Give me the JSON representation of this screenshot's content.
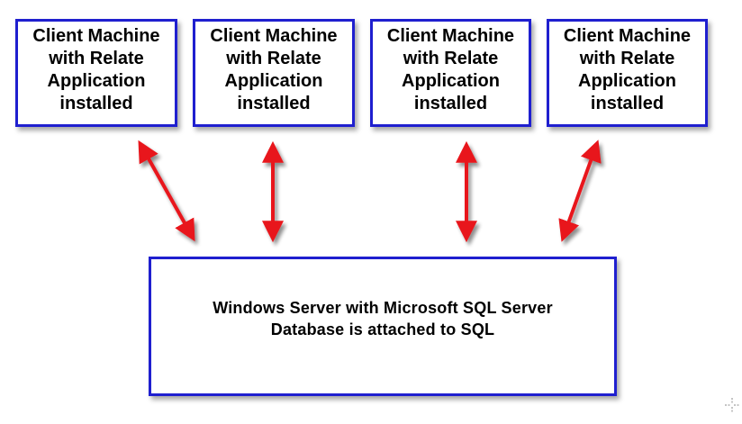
{
  "clients": [
    {
      "text": "Client Machine\nwith Relate\nApplication\ninstalled"
    },
    {
      "text": "Client Machine\nwith Relate\nApplication\ninstalled"
    },
    {
      "text": "Client Machine\nwith Relate\nApplication\ninstalled"
    },
    {
      "text": "Client Machine\nwith Relate\nApplication\ninstalled"
    }
  ],
  "server": {
    "text": "Windows Server with Microsoft SQL Server\nDatabase is attached to SQL"
  },
  "colors": {
    "box_border": "#1f1fcf",
    "arrow": "#e8141b",
    "text": "#000000"
  },
  "icons": {
    "cursor": "crosshair-cursor-icon"
  }
}
